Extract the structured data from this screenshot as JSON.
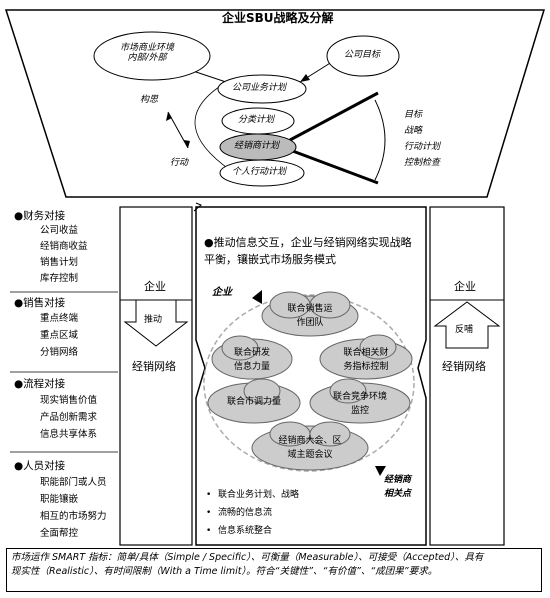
{
  "title": "企业SBU战略及分解",
  "top": {
    "env": "市场商业环境\n内部/外部",
    "goal": "公司目标",
    "concept": "构思",
    "action": "行动",
    "stack": [
      "公司业务计划",
      "分类计划",
      "经销商计划",
      "个人行动计划"
    ],
    "right_labels": [
      "目标",
      "战略",
      "行动计划",
      "控制检查"
    ]
  },
  "left_groups": [
    {
      "head": "●财务对接",
      "items": [
        "公司收益",
        "经销商收益",
        "销售计划",
        "库存控制"
      ]
    },
    {
      "head": "●销售对接",
      "items": [
        "重点终端",
        "重点区域",
        "分销网络"
      ]
    },
    {
      "head": "●流程对接",
      "items": [
        "现实销售价值",
        "产品创新需求",
        "信息共享体系"
      ]
    },
    {
      "head": "●人员对接",
      "items": [
        "职能部门或人员",
        "职能镶嵌",
        "相互的市场努力",
        "全面帮控"
      ]
    }
  ],
  "left_col": {
    "top": "企业",
    "arrow": "推动",
    "bottom": "经销网络"
  },
  "right_col": {
    "top": "企业",
    "arrow": "反哺",
    "bottom": "经销网络"
  },
  "center": {
    "headline": "●推动信息交互，企业与经销网络实现战略平衡，镶嵌式市场服务模式",
    "enterprise": "企业",
    "dealer_point": "经销商\n相关点",
    "clouds": [
      "联合销售运\n作团队",
      "联合研发\n信息力量",
      "联合相关财\n务指标控制",
      "联合市调力量",
      "联合竞争环境\n监控",
      "经销商大会、区\n域主题会议"
    ],
    "bullets": [
      "联合业务计划、战略",
      "流畅的信息流",
      "信息系统整合"
    ]
  },
  "footer": {
    "line1": "市场运作 SMART 指标：简单/具体（Simple / Specific）、可衡量（Measurable）、可接受（Accepted）、具有",
    "line2": "现实性（Realistic）、有时间限制（With a Time limit）。符合“关键性”、“有价值”、“成团果”要求。"
  }
}
